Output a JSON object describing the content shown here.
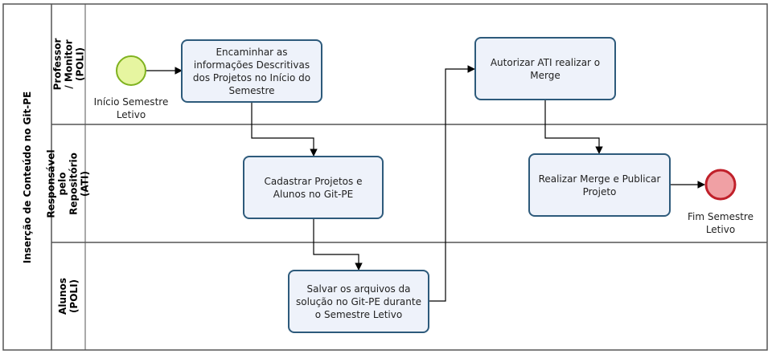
{
  "pool": {
    "label": "Inserção de Conteúdo no Git-PE"
  },
  "lanes": [
    {
      "label": "Professor / Monitor\n(POLI)"
    },
    {
      "label": "Responsável pelo\nRepositório (ATI)"
    },
    {
      "label": "Alunos (POLI)"
    }
  ],
  "events": {
    "start": {
      "label": "Início Semestre\nLetivo"
    },
    "end": {
      "label": "Fim Semestre\nLetivo"
    }
  },
  "tasks": {
    "encaminhar": {
      "label": "Encaminhar as\ninformações Descritivas\ndos Projetos no Início do\nSemestre"
    },
    "cadastrar": {
      "label": "Cadastrar Projetos e\nAlunos no Git-PE"
    },
    "salvar": {
      "label": "Salvar os arquivos da\nsolução no Git-PE durante\no Semestre Letivo"
    },
    "autorizar": {
      "label": "Autorizar ATI realizar o\nMerge"
    },
    "realizar": {
      "label": "Realizar Merge e Publicar\nProjeto"
    }
  },
  "colors": {
    "task_fill": "#eef2fa",
    "task_stroke": "#2d5a7b",
    "start_fill": "#e6f5a0",
    "start_stroke": "#7fb21f",
    "end_fill": "#f0a0a4",
    "end_stroke": "#c0202a"
  }
}
